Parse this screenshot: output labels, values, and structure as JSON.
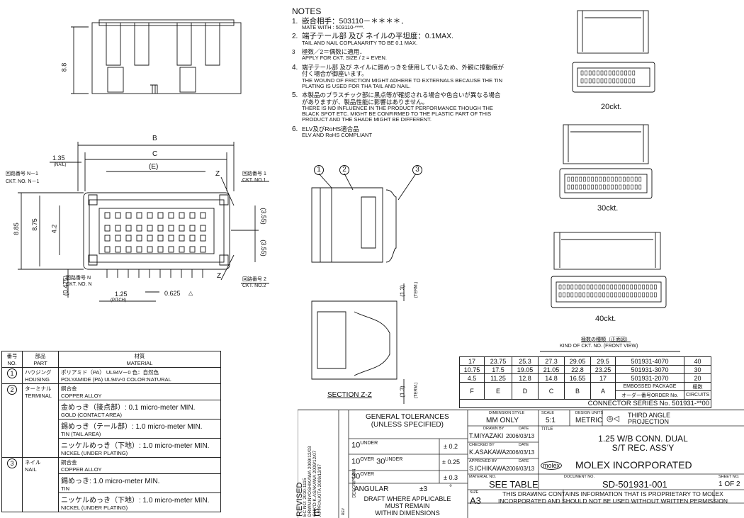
{
  "notes": {
    "heading": "NOTES",
    "items": [
      {
        "num": "1.",
        "jp": "嵌合相手：503110－＊＊＊＊．",
        "en": "MATE WITH : 503110-****."
      },
      {
        "num": "2.",
        "jp": "端子テール部 及び ネイルの平坦度：0.1MAX.",
        "en": "TAIL AND NAIL COPLANARITY TO BE 0.1 MAX."
      },
      {
        "num": "3",
        "jp": "極数／2＝偶数に適用．",
        "en": "APPLY FOR CKT. SIZE / 2 = EVEN."
      },
      {
        "num": "4.",
        "jp": "端子テール部 及び ネイルに錫めっきを使用しているため、外観に擦動痕が付く場合が御座います。",
        "en": "THE WOUND OF FRICTION MIGHT ADHERE TO EXTERNALS BECAUSE THE TIN PLATING IS USED FOR THA TAIL AND NAIL."
      },
      {
        "num": "5.",
        "jp": "本製品のプラスチック部に黒点等が確認される場合や色合いが異なる場合がありますが、製品性能に影響はありません。",
        "en": "THERE IS NO INFLUENCE IN THE PRODUCT PERFORMANCE THOUGH THE BLACK SPOT ETC. MIGHT BE CONFIRMED TO THE PLASTIC PART OF THIS PRODUCT AND THE SHADE MIGHT BE DIFFERENT."
      },
      {
        "num": "6.",
        "jp": "ELV及びRoHS適合品",
        "en": "ELV AND RoHS COMPLIANT"
      }
    ]
  },
  "dims": {
    "b": "B",
    "c": "C",
    "e": "(E)",
    "d135": "1.35",
    "nail": "(NAIL)",
    "ckt_n1_jp": "回路番号 N－1",
    "ckt_n1": "CKT. NO. N－1",
    "ckt1_jp": "回路番号 1",
    "ckt1": "CKT. NO.1",
    "cktn_jp": "回路番号 N",
    "cktn": "CKT. NO. N",
    "ckt2_jp": "回路番号 2",
    "ckt2": "CKT. NO.2",
    "d885": "8.85",
    "d875": "8.75",
    "d42": "4.2",
    "d355a": "(3.55)",
    "d355b": "(3.55)",
    "d0475": "(0.475)",
    "d125": "1.25",
    "pitch": "(PITCH)",
    "d0625": "0.625",
    "d88": "8.8",
    "z": "Z",
    "section": "SECTION Z-Z",
    "d13a": "(1.3)",
    "d13b": "(1.3)",
    "term": "(TERM.)",
    "c1": "1",
    "c2": "2",
    "c3": "3"
  },
  "views": {
    "v20": "20ckt.",
    "v30": "30ckt.",
    "v40": "40ckt."
  },
  "materials": {
    "headers": {
      "no_jp": "番号",
      "no": "NO.",
      "part_jp": "部品",
      "part": "PART",
      "mat_jp": "材質",
      "mat": "MATERIAL"
    },
    "housing": {
      "no": "1",
      "part_jp": "ハウジング",
      "part": "HOUSING",
      "jp": "ポリアミド（PA） UL94V－0 色：自然色",
      "en": "POLYAMIDE (PA) UL94V-0 COLOR:NATURAL"
    },
    "terminal": {
      "no": "2",
      "part_jp": "ターミナル",
      "part": "TERMINAL",
      "jp": "銅合金",
      "en": "COPPER ALLOY",
      "r1_jp": "金めっき（接点部）: 0.1 micro-meter MIN.",
      "r1_en": "GOLD (CONTACT AREA)",
      "r2_jp": "錫めっき（テール部）: 1.0 micro-meter MIN.",
      "r2_en": "TIN (TAIL AREA)",
      "r3_jp": "ニッケルめっき（下地）: 1.0 micro-meter MIN.",
      "r3_en": "NICKEL (UNDER PLATING)"
    },
    "nail": {
      "no": "3",
      "part_jp": "ネイル",
      "part": "NAIL",
      "jp": "銅合金",
      "en": "COPPER ALLOY",
      "r1_jp": "錫めっき: 1.0 micro-meter MIN.",
      "r1_en": "TIN",
      "r2_jp": "ニッケルめっき（下地）: 1.0 micro-meter MIN.",
      "r2_en": "NICKEL (UNDER PLATING)"
    }
  },
  "ckt_table": {
    "rows": [
      [
        "17",
        "23.75",
        "25.3",
        "27.3",
        "29.05",
        "29.5",
        "501931-4070",
        "40"
      ],
      [
        "10.75",
        "17.5",
        "19.05",
        "21.05",
        "22.8",
        "23.25",
        "501931-3070",
        "30"
      ],
      [
        "4.5",
        "11.25",
        "12.8",
        "14.8",
        "16.55",
        "17",
        "501931-2070",
        "20"
      ]
    ],
    "head": [
      "F",
      "E",
      "D",
      "C",
      "B",
      "A"
    ],
    "embossed": "EMBOSSED PACKAGE",
    "order_jp": "オーダー番号",
    "order": "ORDER No.",
    "circ_jp": "極数",
    "circ": "CIRCUITS",
    "kind_jp": "極数の種類（正面図）",
    "kind": "KIND OF CKT. NO. (FRONT VIEW)",
    "series": "CONNECTOR SERIES No. 501931-**00"
  },
  "title_block": {
    "revised": "REVISED",
    "ec": "EC NO: 2010-1115",
    "drwn": "DRWN:NYOSHIKAWA 2009/12/03",
    "chkd": "CHK'D:K.ASAKAWA 2009/12/07",
    "appr": "APPR:N.KITA 2009/12/07",
    "desc": "DESCRIPTION",
    "rev": "REV",
    "rev_letter": "E",
    "gen_tol": "GENERAL TOLERANCES",
    "unless": "(UNLESS SPECIFIED)",
    "t1a": "10",
    "t1b": "UNDER",
    "t1v": "± 0.2",
    "t2a": "10",
    "t2b": "OVER",
    "t2c": "30",
    "t2d": "UNDER",
    "t2v": "± 0.25",
    "t3a": "30",
    "t3b": "OVER",
    "t3v": "± 0.3",
    "ang": "ANGULAR",
    "angv": "±3",
    "deg": "°",
    "draft1": "DRAFT WHERE APPLICABLE",
    "draft2": "MUST REMAIN",
    "draft3": "WITHIN DIMENSIONS",
    "dim_style_lbl": "DIMENSION STYLE",
    "dim_style": "MM ONLY",
    "scale_lbl": "SCALE",
    "scale": "5:1",
    "units_lbl": "DESIGN UNITS",
    "units": "METRIC",
    "proj": "THIRD ANGLE",
    "proj2": "PROJECTION",
    "drawn_lbl": "DRAWN BY",
    "drawn": "T.MIYAZAKI",
    "date_lbl": "DATE",
    "drawn_date": "2006/03/13",
    "chk_lbl": "CHECKED BY",
    "chk": "K.ASAKAWA",
    "chk_date": "2006/03/13",
    "appr_lbl": "APPROVED BY",
    "appr_by": "S.ICHIKAWA",
    "appr_date": "2006/03/13",
    "title_lbl": "TITLE",
    "title1": "1.25 W/B CONN. DUAL",
    "title2": "S/T REC. ASS'Y",
    "logo": "molex",
    "company": "MOLEX INCORPORATED",
    "matno_lbl": "MATERIAL NO.",
    "matno": "SEE TABLE",
    "doc_lbl": "DOCUMENT NO.",
    "doc": "SD-501931-001",
    "sheet_lbl": "SHEET NO.",
    "sheet": "1 OF 2",
    "size_lbl": "SIZE",
    "size": "A3",
    "prop1": "THIS DRAWING CONTAINS INFORMATION THAT IS PROPRIETARY TO MOLEX",
    "prop2": "INCORPORATED AND SHOULD NOT BE USED WITHOUT WRITTEN PERMISSION"
  }
}
